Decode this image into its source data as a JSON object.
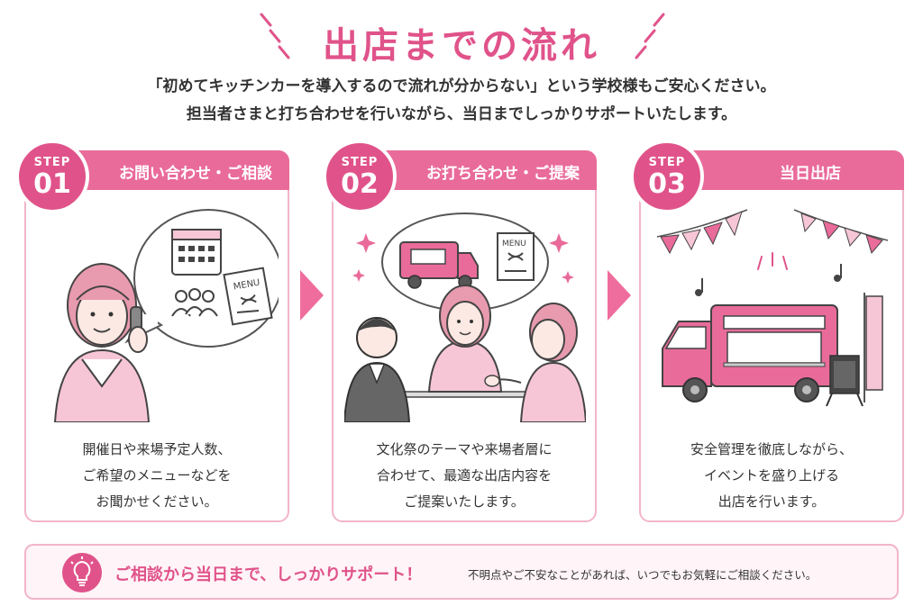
{
  "title": "出店までの流れ",
  "intro": {
    "line1": "「初めてキッチンカーを導入するので流れが分からない」という学校様もご安心ください。",
    "line2": "担当者さまと打ち合わせを行いながら、当日までしっかりサポートいたします。"
  },
  "steps": [
    {
      "label": "STEP",
      "number": "01",
      "title": "お問い合わせ・ご相談",
      "menu_label": "MENU",
      "desc": [
        "開催日や来場予定人数、",
        "ご希望のメニューなどを",
        "お聞かせください。"
      ]
    },
    {
      "label": "STEP",
      "number": "02",
      "title": "お打ち合わせ・ご提案",
      "menu_label": "MENU",
      "desc": [
        "文化祭のテーマや来場者層に",
        "合わせて、最適な出店内容を",
        "ご提案いたします。"
      ]
    },
    {
      "label": "STEP",
      "number": "03",
      "title": "当日出店",
      "desc": [
        "安全管理を徹底しながら、",
        "イベントを盛り上げる",
        "出店を行います。"
      ]
    }
  ],
  "footer": {
    "icon": "lightbulb-icon",
    "main": "ご相談から当日まで、しっかりサポート！",
    "sub": "不明点やご不安なことがあれば、いつでもお気軽にご相談ください。"
  },
  "colors": {
    "accent": "#e0538a",
    "header": "#e96b9a",
    "border": "#f2b5cb",
    "soft": "#f7c6d6"
  }
}
